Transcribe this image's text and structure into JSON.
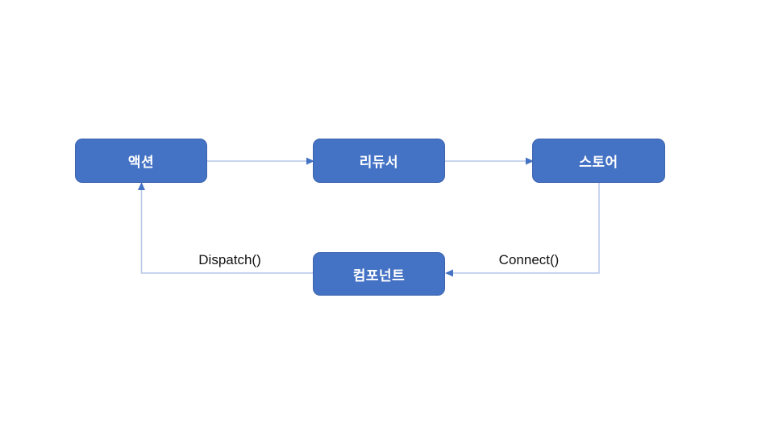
{
  "diagram": {
    "nodes": [
      {
        "id": "action",
        "label": "액션"
      },
      {
        "id": "reducer",
        "label": "리듀서"
      },
      {
        "id": "store",
        "label": "스토어"
      },
      {
        "id": "component",
        "label": "컴포넌트"
      }
    ],
    "edges": [
      {
        "from": "action",
        "to": "reducer",
        "label": ""
      },
      {
        "from": "reducer",
        "to": "store",
        "label": ""
      },
      {
        "from": "store",
        "to": "component",
        "label": "Connect()"
      },
      {
        "from": "component",
        "to": "action",
        "label": "Dispatch()"
      }
    ],
    "edge_labels": {
      "dispatch": "Dispatch()",
      "connect": "Connect()"
    },
    "colors": {
      "background": "#ffffff",
      "node_fill": "#4472c4",
      "node_border": "#3d63ae",
      "node_text": "#ffffff",
      "connector_line": "#b6c7e8",
      "arrowhead": "#4472c4",
      "edge_label_text": "#111111"
    }
  }
}
